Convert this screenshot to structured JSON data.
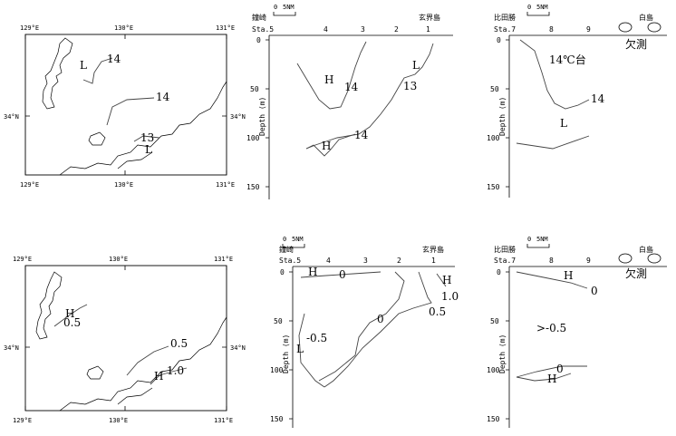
{
  "maps": {
    "lon_labels": [
      "129°E",
      "130°E",
      "131°E"
    ],
    "lat_label": "34°N",
    "top_contours": [
      "14",
      "14",
      "13"
    ],
    "top_marks": [
      "L",
      "L"
    ],
    "bottom_contours": [
      "0.5",
      "0.5",
      "1.0"
    ],
    "bottom_marks": [
      "H",
      "H"
    ]
  },
  "sections": {
    "scale_value": "0",
    "scale_unit": "5NM",
    "left_place": "鐘崎",
    "left_end": "玄界島",
    "left_stations": [
      "Sta.5",
      "4",
      "3",
      "2",
      "1"
    ],
    "right_place": "比田勝",
    "right_end": "白島",
    "right_stations": [
      "Sta.7",
      "8",
      "9"
    ],
    "depth_label": "Depth (m)",
    "depth_ticks": [
      "0",
      "50",
      "100",
      "150"
    ],
    "missing_label": "欠測",
    "top_left": {
      "labels": [
        "H",
        "14",
        "L",
        "13",
        "14",
        "H"
      ]
    },
    "top_right": {
      "labels": [
        "14℃台",
        "14",
        "L"
      ]
    },
    "bottom_left": {
      "labels": [
        "H",
        "0",
        "H",
        "1.0",
        "0.5",
        "0",
        "-0.5",
        "L"
      ]
    },
    "bottom_right": {
      "labels": [
        "H",
        "0",
        ">-0.5",
        "0",
        "H"
      ]
    }
  }
}
